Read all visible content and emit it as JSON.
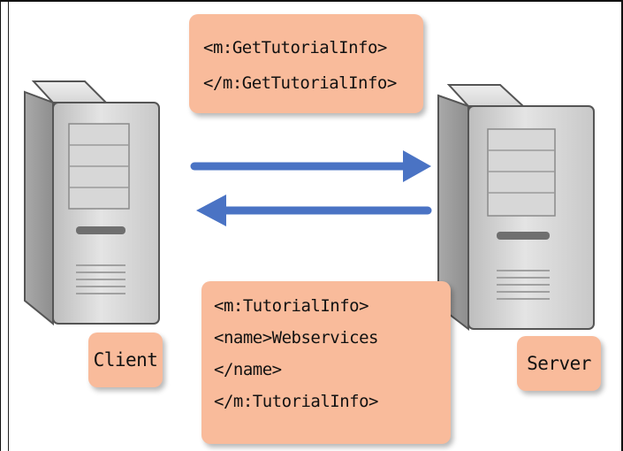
{
  "request": {
    "open_tag": "<m:GetTutorialInfo>",
    "close_tag": "</m:GetTutorialInfo>"
  },
  "response": {
    "lines": [
      "<m:TutorialInfo>",
      "<name>Webservices",
      "</name>",
      "</m:TutorialInfo>"
    ]
  },
  "labels": {
    "client": "Client",
    "server": "Server"
  },
  "colors": {
    "note_fill": "#f9bb9b",
    "arrow": "#4a73c4",
    "server_body": "#d2d2d2"
  },
  "icons": {
    "client": "computer-tower-icon",
    "server": "computer-tower-icon",
    "request_arrow": "arrow-right-icon",
    "response_arrow": "arrow-left-icon"
  }
}
